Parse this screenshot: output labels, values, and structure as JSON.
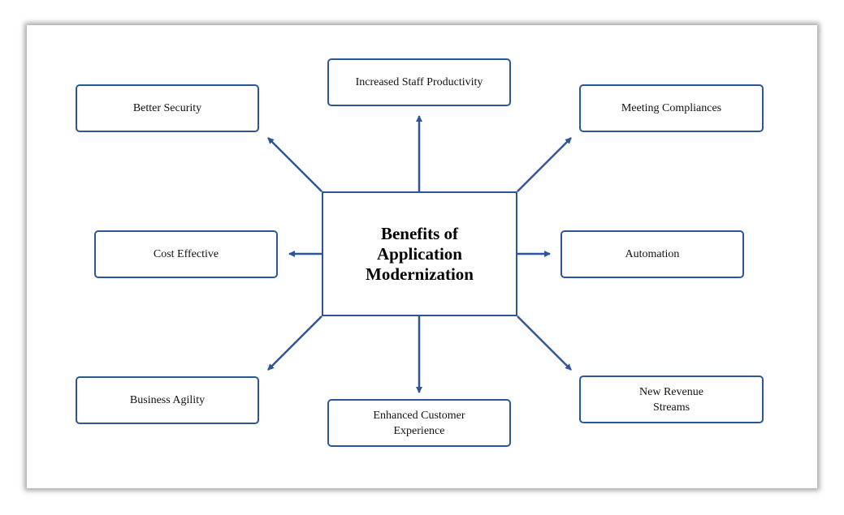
{
  "diagram": {
    "center_label": "Benefits of\nApplication\nModernization",
    "nodes": {
      "top_left": "Better Security",
      "top": "Increased Staff Productivity",
      "top_right": "Meeting Compliances",
      "left": "Cost Effective",
      "right": "Automation",
      "bottom_left": "Business Agility",
      "bottom": "Enhanced Customer\nExperience",
      "bottom_right": "New Revenue\nStreams"
    }
  },
  "colors": {
    "accent": "#2f5597",
    "text": "#111111",
    "background": "#ffffff"
  }
}
